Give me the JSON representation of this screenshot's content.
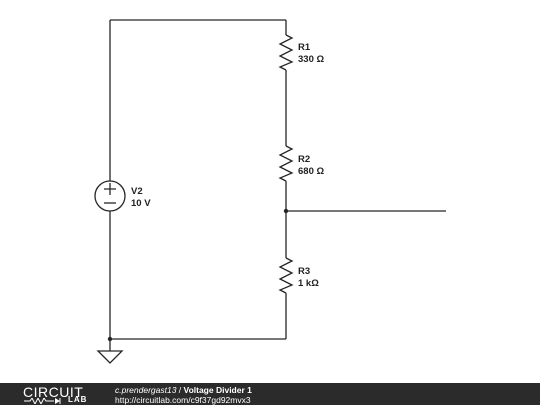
{
  "circuit": {
    "components": [
      {
        "ref": "R1",
        "value": "330 Ω"
      },
      {
        "ref": "R2",
        "value": "680 Ω"
      },
      {
        "ref": "R3",
        "value": "1 kΩ"
      },
      {
        "ref": "V2",
        "value": "10 V"
      }
    ]
  },
  "footer": {
    "logo_circuit": "CIRCUIT",
    "logo_lab": "LAB",
    "author": "c.prendergast13",
    "separator": " / ",
    "title": "Voltage Divider 1",
    "url": "http://circuitlab.com/c9f37gd92mvx3"
  },
  "colors": {
    "wire": "#262626",
    "footer_bg": "#2b2b2b",
    "footer_text": "#ffffff"
  }
}
